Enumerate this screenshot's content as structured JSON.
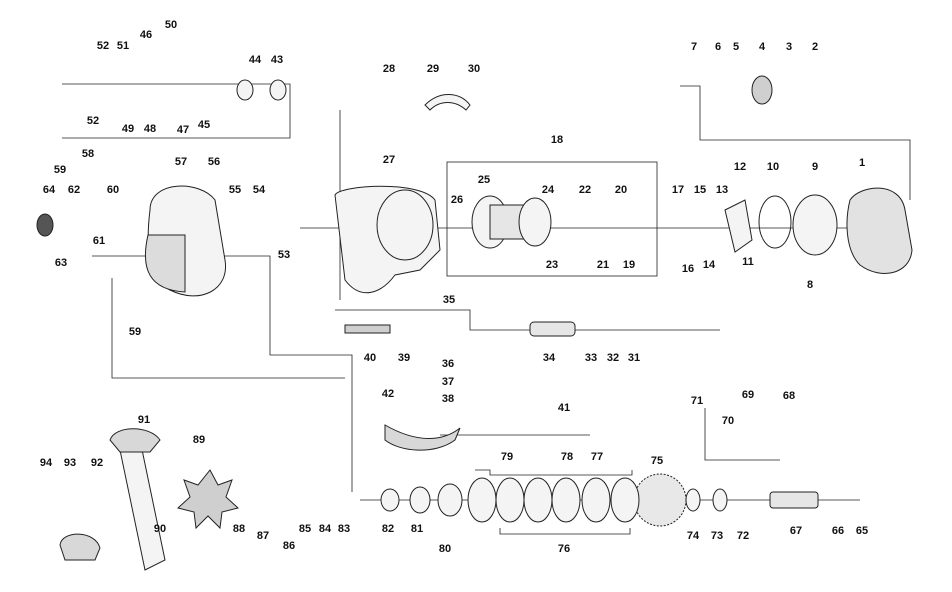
{
  "part_labels": [
    "1",
    "2",
    "3",
    "4",
    "5",
    "6",
    "7",
    "8",
    "9",
    "10",
    "11",
    "12",
    "13",
    "14",
    "15",
    "16",
    "17",
    "18",
    "19",
    "20",
    "21",
    "22",
    "23",
    "24",
    "25",
    "26",
    "27",
    "28",
    "29",
    "30",
    "31",
    "32",
    "33",
    "34",
    "35",
    "36",
    "37",
    "38",
    "39",
    "40",
    "41",
    "42",
    "43",
    "44",
    "45",
    "46",
    "47",
    "48",
    "49",
    "50",
    "51",
    "52",
    "52",
    "53",
    "54",
    "55",
    "56",
    "57",
    "58",
    "59",
    "59",
    "60",
    "61",
    "62",
    "63",
    "64",
    "65",
    "66",
    "67",
    "68",
    "69",
    "70",
    "71",
    "72",
    "73",
    "74",
    "75",
    "76",
    "77",
    "78",
    "79",
    "80",
    "81",
    "82",
    "83",
    "84",
    "85",
    "86",
    "87",
    "88",
    "89",
    "90",
    "91",
    "92",
    "93",
    "94"
  ],
  "colors": {
    "ink": "#111111",
    "part_fill": "#f4f4f4",
    "shade": "#bdbdbd",
    "dark": "#444444"
  }
}
